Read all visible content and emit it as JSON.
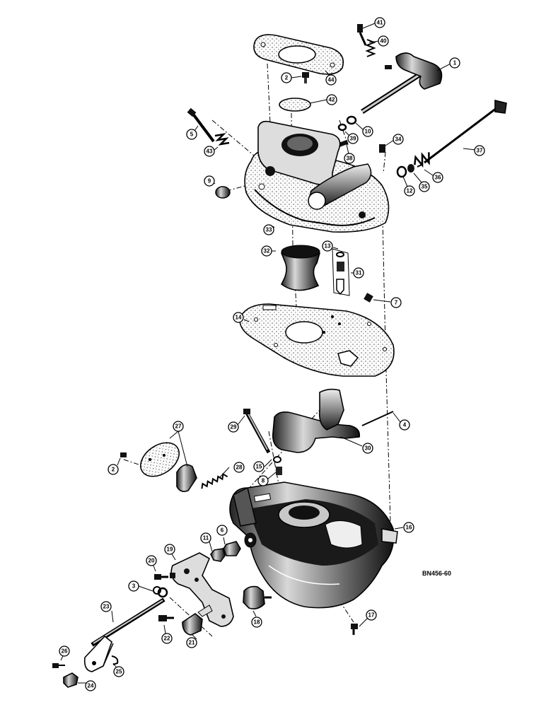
{
  "figure_code": "BN456-60",
  "callouts": [
    {
      "id": "c41",
      "label": "41"
    },
    {
      "id": "c40",
      "label": "40"
    },
    {
      "id": "c1",
      "label": "1"
    },
    {
      "id": "c44",
      "label": "44"
    },
    {
      "id": "c2a",
      "label": "2"
    },
    {
      "id": "c42",
      "label": "42"
    },
    {
      "id": "c10",
      "label": "10"
    },
    {
      "id": "c39",
      "label": "39"
    },
    {
      "id": "c5",
      "label": "5"
    },
    {
      "id": "c43",
      "label": "43"
    },
    {
      "id": "c38",
      "label": "38"
    },
    {
      "id": "c34",
      "label": "34"
    },
    {
      "id": "c37",
      "label": "37"
    },
    {
      "id": "c9",
      "label": "9"
    },
    {
      "id": "c12",
      "label": "12"
    },
    {
      "id": "c35",
      "label": "35"
    },
    {
      "id": "c36",
      "label": "36"
    },
    {
      "id": "c33",
      "label": "33"
    },
    {
      "id": "c32",
      "label": "32"
    },
    {
      "id": "c13",
      "label": "13"
    },
    {
      "id": "c31",
      "label": "31"
    },
    {
      "id": "c7",
      "label": "7"
    },
    {
      "id": "c14",
      "label": "14"
    },
    {
      "id": "c4",
      "label": "4"
    },
    {
      "id": "c29",
      "label": "29"
    },
    {
      "id": "c30",
      "label": "30"
    },
    {
      "id": "c27",
      "label": "27"
    },
    {
      "id": "c2b",
      "label": "2"
    },
    {
      "id": "c28",
      "label": "28"
    },
    {
      "id": "c15",
      "label": "15"
    },
    {
      "id": "c8",
      "label": "8"
    },
    {
      "id": "c16",
      "label": "16"
    },
    {
      "id": "c6",
      "label": "6"
    },
    {
      "id": "c11",
      "label": "11"
    },
    {
      "id": "c19",
      "label": "19"
    },
    {
      "id": "c20",
      "label": "20"
    },
    {
      "id": "c3",
      "label": "3"
    },
    {
      "id": "c18",
      "label": "18"
    },
    {
      "id": "c23",
      "label": "23"
    },
    {
      "id": "c22",
      "label": "22"
    },
    {
      "id": "c21",
      "label": "21"
    },
    {
      "id": "c17",
      "label": "17"
    },
    {
      "id": "c26",
      "label": "26"
    },
    {
      "id": "c25",
      "label": "25"
    },
    {
      "id": "c24",
      "label": "24"
    }
  ]
}
